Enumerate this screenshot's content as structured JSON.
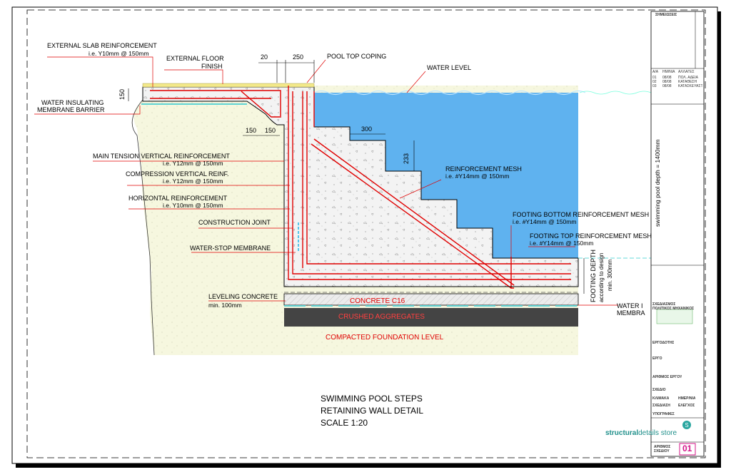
{
  "labels": {
    "ext_slab": "EXTERNAL SLAB REINFORCEMENT",
    "ext_slab_sub": "i.e. Y10mm @ 150mm",
    "ext_floor": "EXTERNAL FLOOR",
    "ext_floor2": "FINISH",
    "pool_top": "POOL TOP COPING",
    "water_level": "WATER LEVEL",
    "water_ins": "WATER INSULATING",
    "water_ins2": "MEMBRANE BARRIER",
    "main_tension": "MAIN TENSION VERTICAL REINFORCEMENT",
    "main_tension_sub": "i.e. Y12mm @ 150mm",
    "compression": "COMPRESSION VERTICAL REINF.",
    "compression_sub": "i.e. Y12mm @ 150mm",
    "horizontal": "HORIZONTAL REINFORCEMENT",
    "horizontal_sub": "i.e. Y10mm @ 150mm",
    "construction_joint": "CONSTRUCTION JOINT",
    "waterstop": "WATER-STOP MEMBRANE",
    "leveling": "LEVELING CONCRETE",
    "leveling_sub": "min. 100mm",
    "reinf_mesh": "REINFORCEMENT MESH",
    "reinf_mesh_sub": "i.e. #Y14mm @ 150mm",
    "footing_bottom": "FOOTING BOTTOM REINFORCEMENT MESH",
    "footing_bottom_sub": "i.e. #Y14mm @ 150mm",
    "footing_top": "FOOTING TOP REINFORCEMENT MESH",
    "footing_top_sub": "i.e. #Y14mm @ 150mm",
    "footing_depth": "FOOTING DEPTH",
    "footing_depth2": "according to design",
    "footing_depth3": "min. 300mm",
    "pool_depth": "swimming pool depth = 1400mm",
    "water_i": "WATER I",
    "membra": "MEMBRA",
    "concrete": "CONCRETE C16",
    "crushed": "CRUSHED AGGREGATES",
    "compacted": "COMPACTED FOUNDATION LEVEL"
  },
  "dims": {
    "d20": "20",
    "d250": "250",
    "d150v": "150",
    "d150a": "150",
    "d150b": "150",
    "d300": "300",
    "d233": "233"
  },
  "title_block": {
    "title1": "SWIMMING POOL STEPS",
    "title2": "RETAINING WALL DETAIL",
    "scale": "SCALE 1:20",
    "notes_header": "ΣΗΜΕΙΩΣΕΙΣ",
    "rev_cols": [
      "Α/Α",
      "ΗΜ/ΝΙΑ",
      "ΑΛΛΑΓΕΣ"
    ],
    "rev_rows": [
      [
        "01",
        "08/08",
        "ΠΟΛ. ΑΔΕΙΑ"
      ],
      [
        "02",
        "08/08",
        "ΚΑΤΑΘΕΣΗ"
      ],
      [
        "03",
        "08/08",
        "ΚΑΤΑΣΚΕΥΑΣΤΙΚΑ"
      ]
    ],
    "design_label": "ΣΧΕΔΙΑΣΜΟΣ",
    "engineer": "ΠΟΛΙΤΙΚΟΣ ΜΗΧΑΝΙΚΟΣ",
    "brand": "structural",
    "brand2": "details store",
    "drawing_no_label": "ΑΡΙΘΜΟΣ ΣΧΕΔΙΟΥ",
    "drawing_no": "01",
    "ergodotis": "ΕΡΓΟΔΟΤΗΣ",
    "ergo": "ΕΡΓΟ",
    "arithmos_ergou": "ΑΡΙΘΜΟΣ ΕΡΓΟΥ",
    "schedio": "ΣΧΕΔΙΟ",
    "klimaka": "ΚΛΙΜΑΚΑ",
    "imerominia": "ΗΜΕΡ/ΝΙΑ",
    "schediasi": "ΣΧΕΔΙΑΣΗ",
    "elegxos": "ΕΛΕΓΧΟΣ",
    "ypografes": "ΥΠΟΓΡΑΦΕΣ"
  },
  "colors": {
    "water": "#5fb2ef",
    "concrete": "#f2f2f2",
    "soil": "#f6f7df",
    "rebar": "#e00000",
    "aggregates": "#444444"
  }
}
